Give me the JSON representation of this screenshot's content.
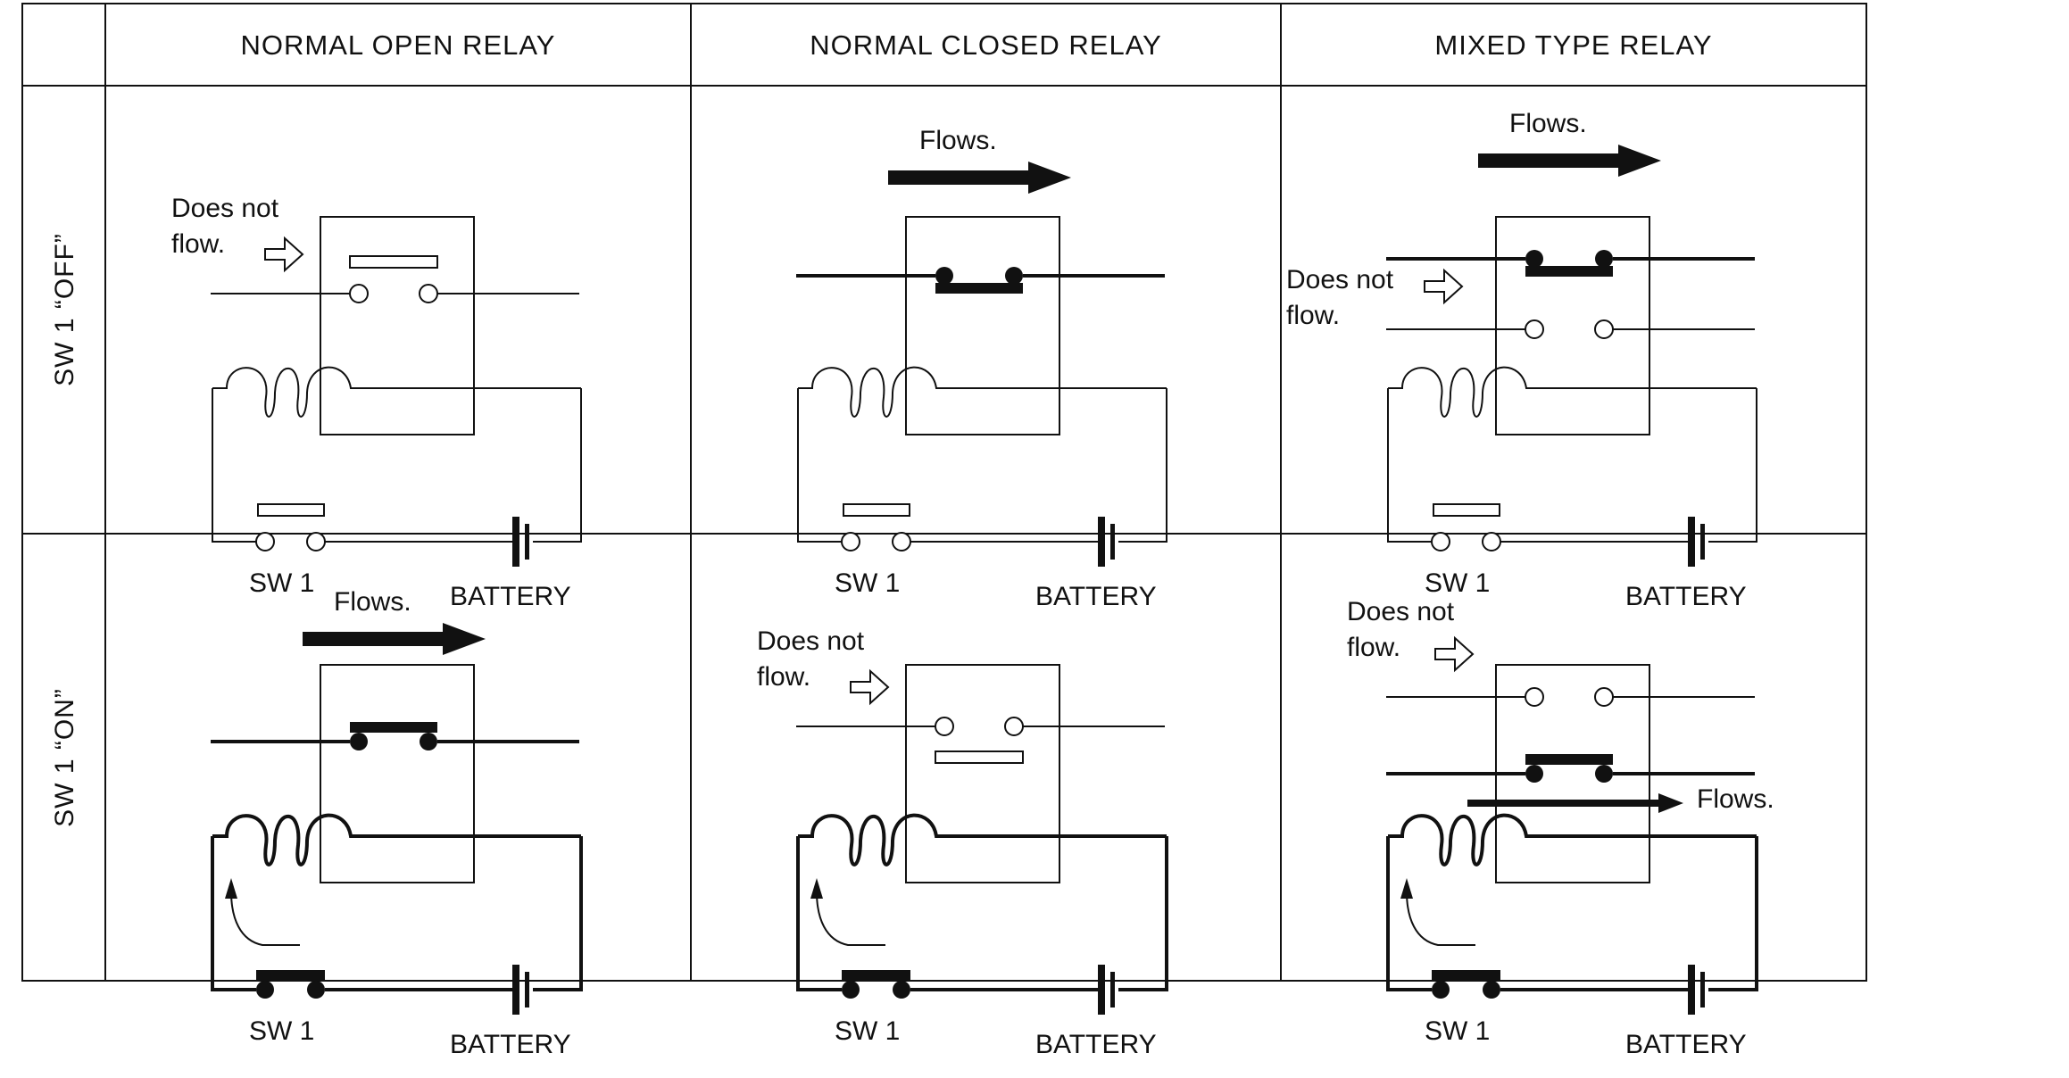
{
  "columns": [
    {
      "id": "normal-open",
      "label": "NORMAL OPEN RELAY"
    },
    {
      "id": "normal-closed",
      "label": "NORMAL CLOSED RELAY"
    },
    {
      "id": "mixed-type",
      "label": "MIXED TYPE RELAY"
    }
  ],
  "rows": [
    {
      "id": "sw1-off",
      "label": "SW 1 “OFF”"
    },
    {
      "id": "sw1-on",
      "label": "SW 1 “ON”"
    }
  ],
  "labels": {
    "flows": "Flows.",
    "does_not_line1": "Does not",
    "does_not_line2": "flow.",
    "switch": "SW 1",
    "battery": "BATTERY"
  },
  "cells": [
    [
      {
        "relay": "normal-open",
        "sw1": "open",
        "coil_energized": false,
        "contacts": [
          {
            "type": "open-above",
            "state": "open",
            "current": "does-not-flow"
          }
        ]
      },
      {
        "relay": "normal-closed",
        "sw1": "open",
        "coil_energized": false,
        "contacts": [
          {
            "type": "closed-below",
            "state": "closed",
            "current": "flows"
          }
        ]
      },
      {
        "relay": "mixed-type",
        "sw1": "open",
        "coil_energized": false,
        "contacts": [
          {
            "type": "closed-below",
            "state": "closed",
            "current": "flows"
          },
          {
            "type": "open",
            "state": "open",
            "current": "does-not-flow"
          }
        ]
      }
    ],
    [
      {
        "relay": "normal-open",
        "sw1": "closed",
        "coil_energized": true,
        "contacts": [
          {
            "type": "closed-above",
            "state": "closed",
            "current": "flows"
          }
        ]
      },
      {
        "relay": "normal-closed",
        "sw1": "closed",
        "coil_energized": true,
        "contacts": [
          {
            "type": "open-below",
            "state": "open",
            "current": "does-not-flow"
          }
        ]
      },
      {
        "relay": "mixed-type",
        "sw1": "closed",
        "coil_energized": true,
        "contacts": [
          {
            "type": "open",
            "state": "open",
            "current": "does-not-flow"
          },
          {
            "type": "closed-above",
            "state": "closed",
            "current": "flows"
          }
        ]
      }
    ]
  ]
}
